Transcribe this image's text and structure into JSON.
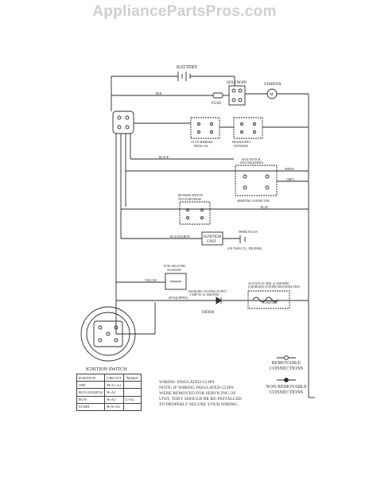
{
  "watermark": "AppliancePartsPros.com",
  "labels": {
    "battery": "BATTERY",
    "fuse": "FUSE",
    "solenoid": "SOLENOID",
    "starter": "STARTER",
    "starter_symbol": "M",
    "clutch_brake": "CLUTCH/BRAKE",
    "clutch_brake_2": "PEDAL SW",
    "headlights": "HEADLIGHTS",
    "headlights_2": "EXTERIOR",
    "seat_switch": "SEAT SWITCH",
    "seat_switch_2": "(NOT REQUIRED)",
    "shorting_connector": "SHORTING CONNECTOR",
    "reverse_switch": "REVERSE SWITCH",
    "reverse_switch_2": "NOT IN REVERSE",
    "ignition_unit": "IGNITION",
    "ignition_unit_2": "UNIT",
    "spark_plugs": "SPARK PLUGS",
    "spark_plugs_2": "(ON TWIN CYL. ENGINES)",
    "fuel_solenoid": "FUEL DELIVERY",
    "fuel_solenoid_2": "SOLENOID",
    "charging": "CHARGING SYSTEM OUTPUT",
    "charging_2": "3 AMP DC @ 3600 RPM",
    "charging_3": "(IF EQUIPPED)",
    "alternator": "20 VOLTS AC MIN. @ 3600 RPM",
    "alternator_2": "(CHARGING SYSTEM DISCONNECTED)",
    "diode": "DIODE",
    "stator": "STATOR",
    "ignition_switch": "IGNITION SWITCH",
    "wire_red": "RED",
    "wire_black": "BLACK",
    "wire_white": "WHITE",
    "wire_grey": "GREY",
    "wire_blue": "BLUE",
    "wire_yellow": "YELLOW",
    "wire_black_white": "BLACK/WHITE"
  },
  "note": {
    "line1": "WIRING INSULATED CLIPS",
    "line2": "NOTE:  IF WIRING INSULATED CLIPS",
    "line3": "WERE REMOVED FOR SERVICING OF",
    "line4": "UNIT, THEY SHOULD BE RE-INSTALLED",
    "line5": "TO PROPERLY SECURE YOUR WIRING."
  },
  "legend": {
    "removable": "REMOVABLE",
    "removable_2": "CONNECTIONS",
    "nonremovable": "NON-REMOVABLE",
    "nonremovable_2": "CONNECTIONS"
  },
  "switch_table": {
    "title": "IGNITION SWITCH",
    "headers": [
      "POSITION",
      "CIRCUIT",
      "\"MAKE\""
    ],
    "rows": [
      [
        "OFF",
        "M+G+A1",
        ""
      ],
      [
        "RUN (LIGHTS)",
        "B+A1",
        ""
      ],
      [
        "RUN",
        "B+A1",
        "L+A2"
      ],
      [
        "START",
        "B+S+A2",
        ""
      ]
    ]
  },
  "colors": {
    "line": "#2a2a2a",
    "watermark": "#cfcfcf",
    "background": "#ffffff"
  }
}
